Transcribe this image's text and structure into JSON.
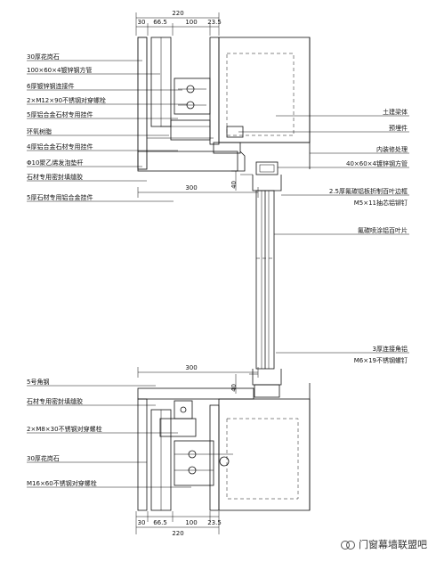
{
  "dimensions": {
    "top_total": "220",
    "top_parts": [
      "30",
      "66.5",
      "100",
      "23.5"
    ],
    "bottom_total": "220",
    "bottom_parts": [
      "30",
      "66.5",
      "100",
      "23.5"
    ],
    "upper_width": "300",
    "lower_width": "300",
    "upper_small": "40",
    "lower_small": "40"
  },
  "labels_left": [
    "30厚花岗石",
    "100×60×4镀锌钢方管",
    "6厚镀锌钢连接件",
    "2×M12×90不锈钢对穿螺栓",
    "5厚铝合金石材专用挂件",
    "环氧树脂",
    "4厚铝合金石材专用挂件",
    "Φ10聚乙烯发泡垫杆",
    "石材专用密封填缝胶",
    "5厚石材专用铝合金挂件",
    "5号角钢",
    "石材专用密封填缝胶",
    "2×M8×30不锈钢对穿螺栓",
    "30厚花岗石",
    "M16×60不锈钢对穿螺栓"
  ],
  "labels_right": [
    "土建梁体",
    "预埋件",
    "内装修处理",
    "40×60×4镀锌钢方管",
    "2.5厚氟碳铝板折制百叶边框",
    "M5×11抽芯铝铆钉",
    "氟碳喷涂铝百叶片",
    "3厚连接角铝",
    "M6×19不锈钢螺钉"
  ],
  "watermark": {
    "text": "门窗幕墙联盟吧",
    "icon": "watermark-logo-icon"
  }
}
